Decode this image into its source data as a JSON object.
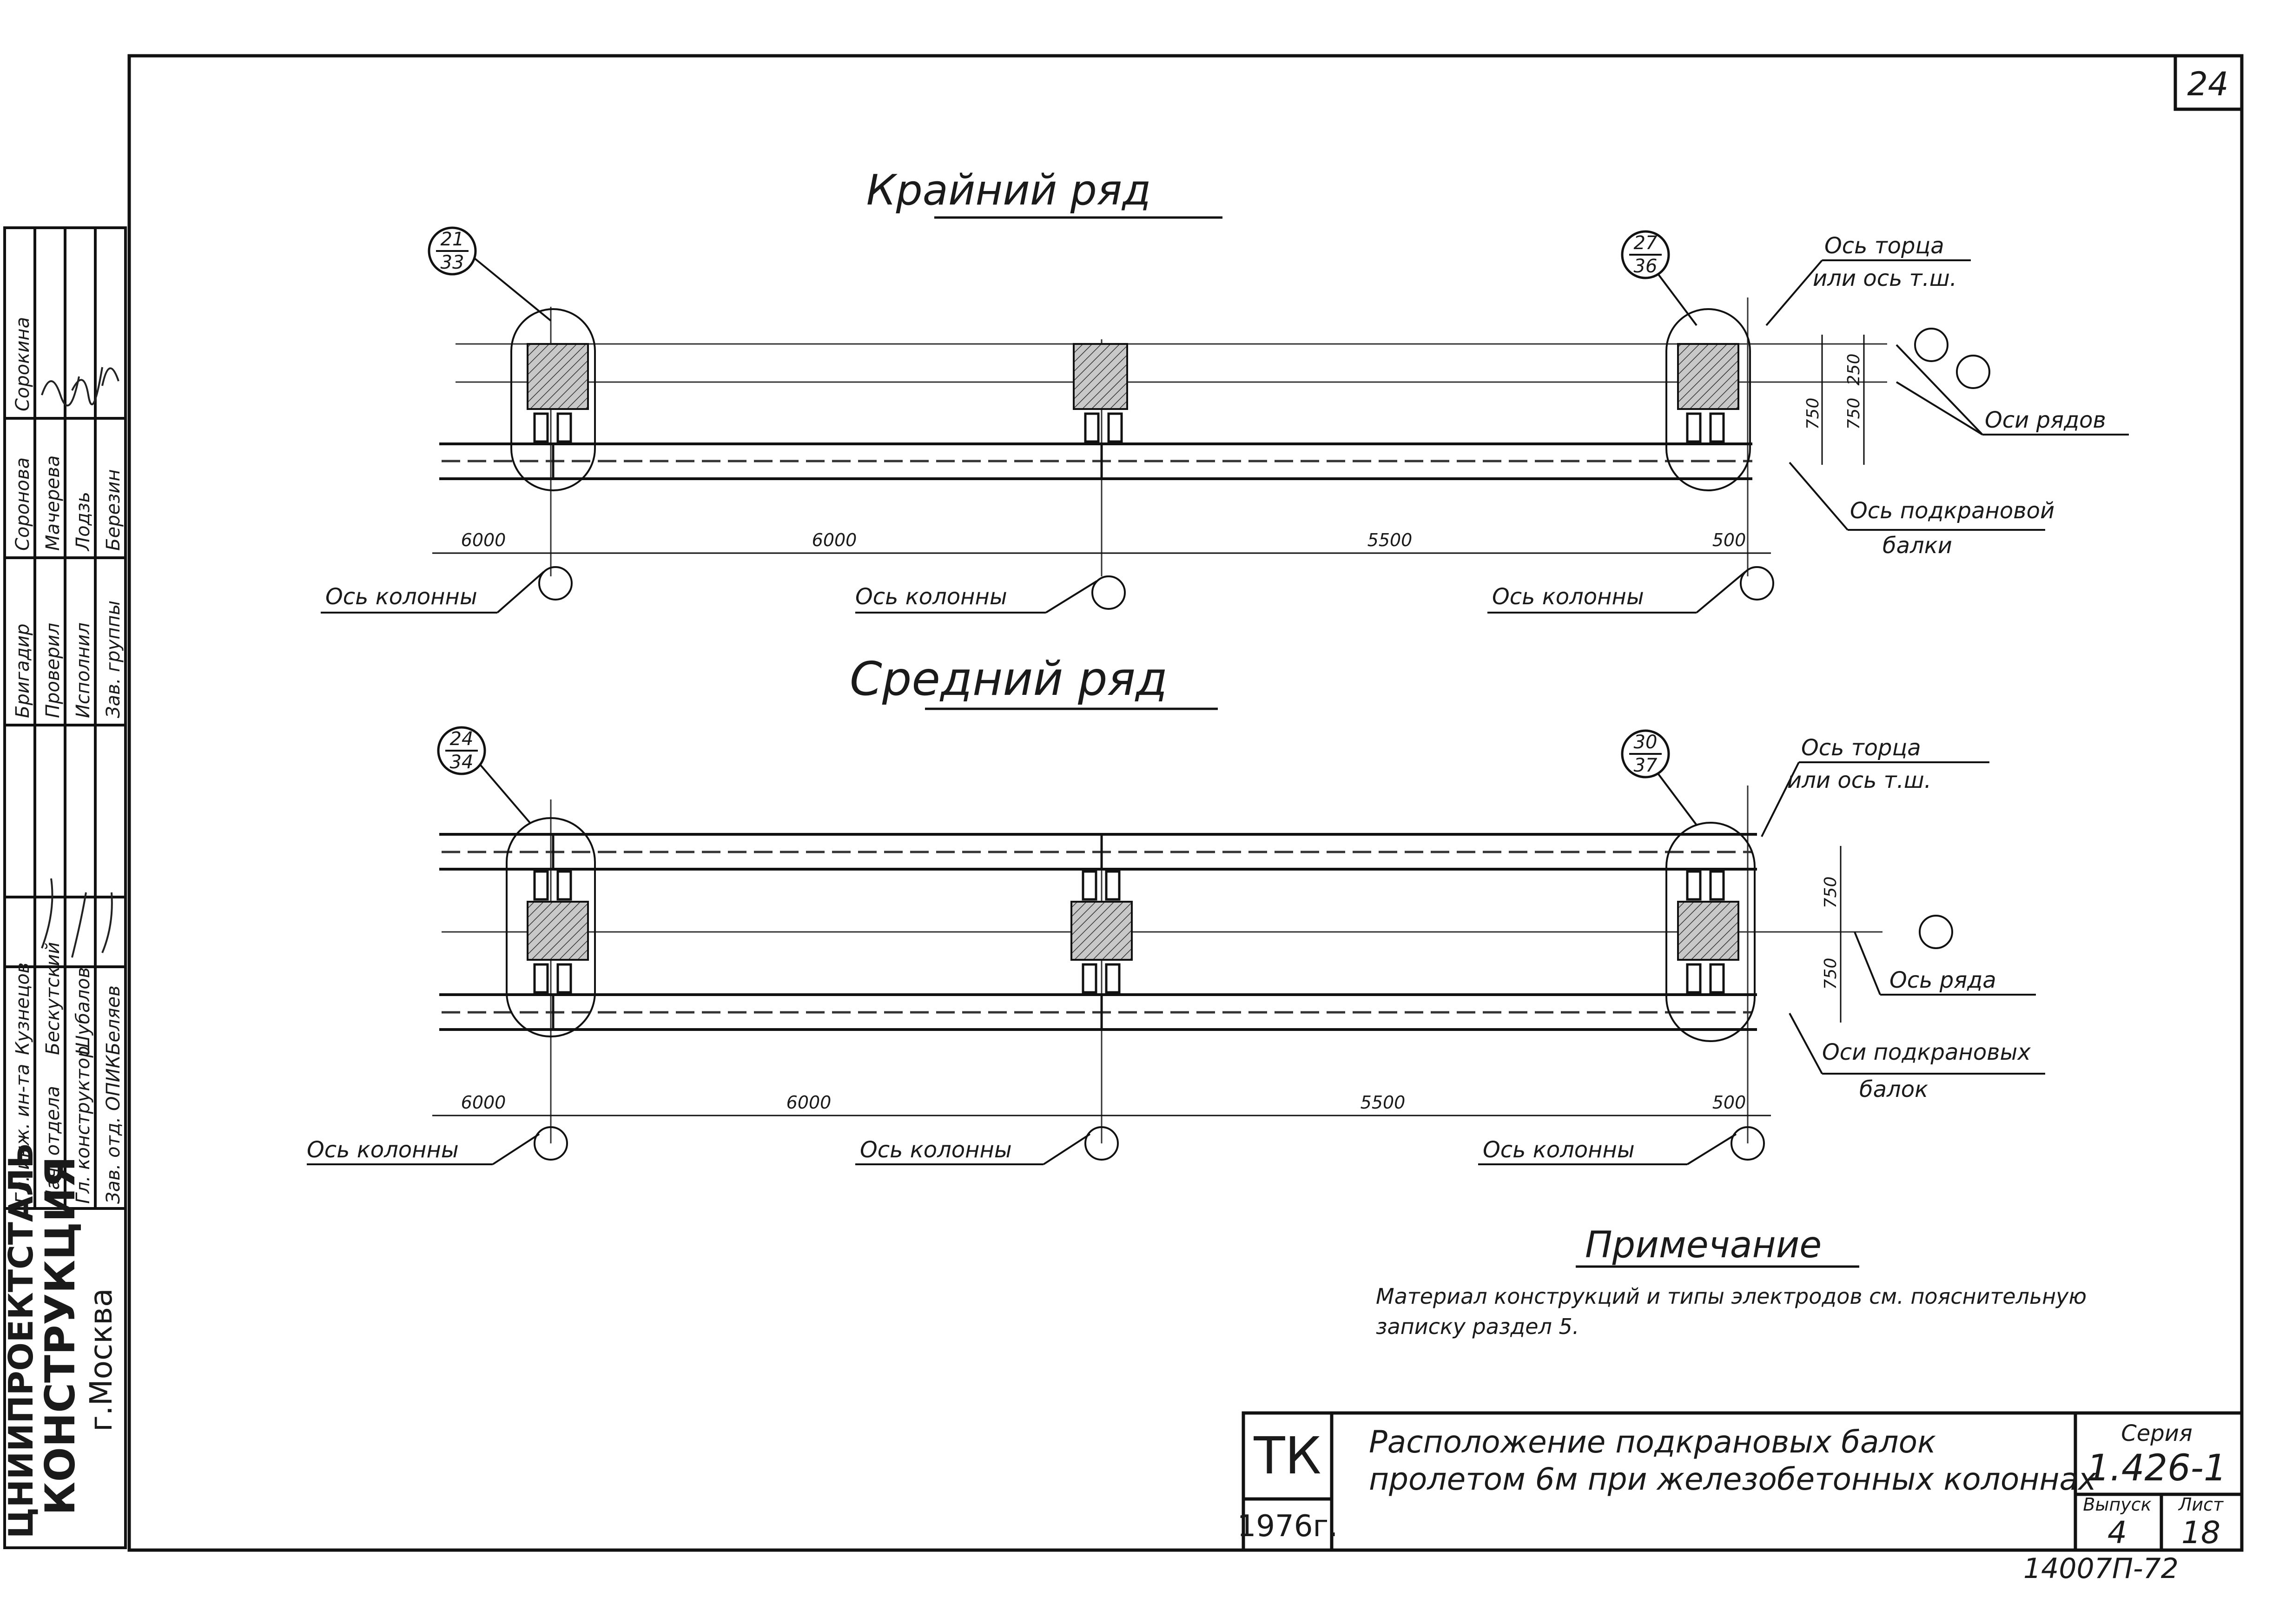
{
  "sheet": {
    "page_number": "24",
    "bottom_stamp": "14007П-72"
  },
  "rows": [
    {
      "title": "Крайний ряд",
      "callout_left": {
        "num": "21",
        "den": "33"
      },
      "callout_right": {
        "num": "27",
        "den": "36"
      },
      "label_end_axis_1": "Ось торца",
      "label_end_axis_2": "или ось т.ш.",
      "label_row_axes": "Оси рядов",
      "label_beam_axis_1": "Ось подкрановой",
      "label_beam_axis_2": "балки",
      "dims": [
        "6000",
        "6000",
        "5500",
        "500"
      ],
      "vert_dims": [
        "250",
        "750",
        "750"
      ],
      "column_labels": [
        "Ось колонны",
        "Ось колонны",
        "Ось колонны"
      ]
    },
    {
      "title": "Средний ряд",
      "callout_left": {
        "num": "24",
        "den": "34"
      },
      "callout_right": {
        "num": "30",
        "den": "37"
      },
      "label_end_axis_1": "Ось торца",
      "label_end_axis_2": "или ось т.ш.",
      "label_row_axes": "Ось ряда",
      "label_beam_axis_1": "Оси подкрановых",
      "label_beam_axis_2": "балок",
      "dims": [
        "6000",
        "6000",
        "5500",
        "500"
      ],
      "vert_dims": [
        "750",
        "750"
      ],
      "column_labels": [
        "Ось колонны",
        "Ось колонны",
        "Ось колонны"
      ]
    }
  ],
  "note": {
    "title": "Примечание",
    "line1": "Материал   конструкций   и типы электродов  см. пояснительную",
    "line2": "записку   раздел 5."
  },
  "title_block": {
    "org_code": "ТК",
    "year": "1976г.",
    "title_line1": "Расположение   подкрановых   балок",
    "title_line2": "пролетом  6м  при железобетонных  колоннах",
    "series_label": "Серия",
    "series_value": "1.426-1",
    "issue_label": "Выпуск",
    "issue_value": "4",
    "sheet_label": "Лист",
    "sheet_value": "18"
  },
  "side_stamp": {
    "org_line1": "ЦНИИПРОЕКТСТАЛЬ",
    "org_line2": "КОНСТРУКЦИЯ",
    "city": "г.Москва",
    "roles": [
      "Гл. инж. ин-та",
      "Нач. отдела",
      "Гл. конструктор",
      "Зав. отд. ОПИК"
    ],
    "names": [
      "Кузнецов",
      "Бескутский",
      "Шубалов",
      "Беляев"
    ],
    "roles2": [
      "Бригадир",
      "Проверил",
      "Исполнил",
      "Зав. группы"
    ],
    "names2": [
      "Соронова",
      "Мачерева",
      "Лодзь",
      "Березин"
    ],
    "col_header": "Сорокина"
  }
}
